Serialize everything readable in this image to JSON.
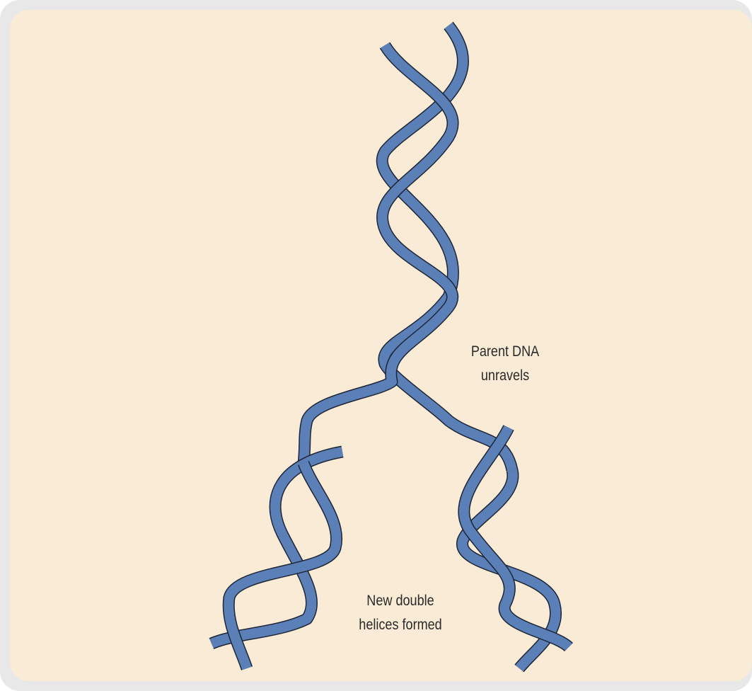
{
  "labels": {
    "parent_line1": "Parent DNA",
    "parent_line2": "unravels",
    "new_line1": "New double",
    "new_line2": "helices formed"
  },
  "colors": {
    "background": "#f9ebd5",
    "frame": "#e8e8e8",
    "strand": "#5b80b8",
    "strand_edge": "#1d2536"
  }
}
